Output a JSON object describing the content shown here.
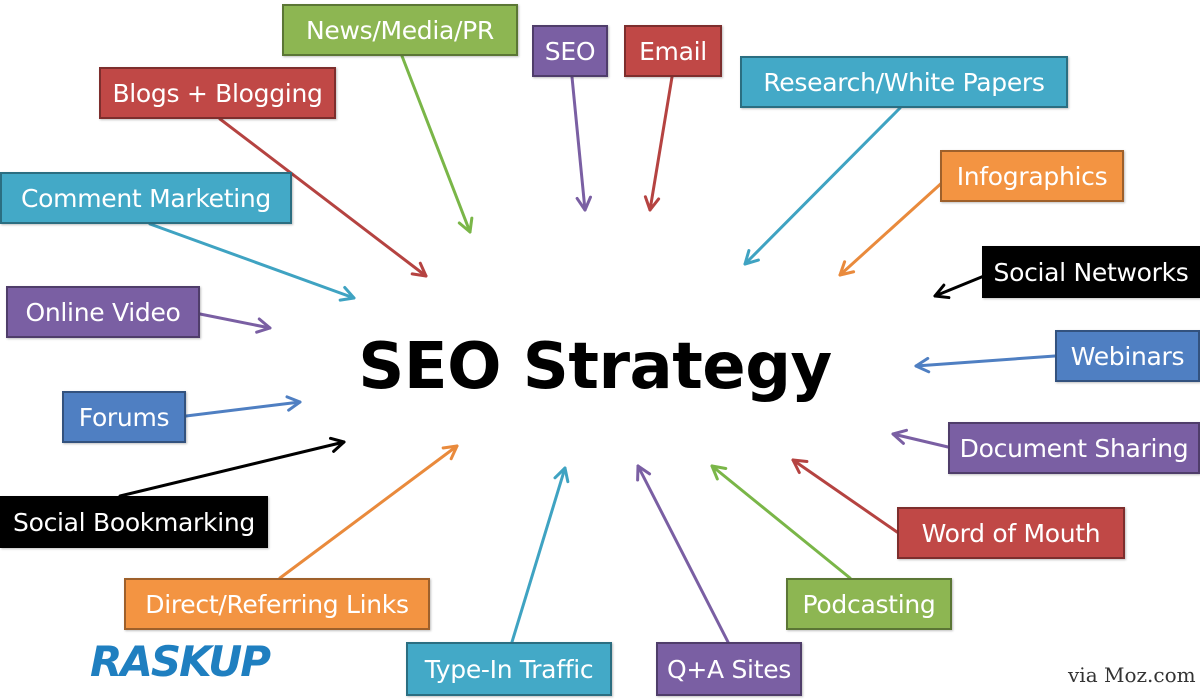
{
  "title": "SEO Strategy",
  "nodes": [
    {
      "key": "news",
      "label": "News/Media/PR",
      "color": "green"
    },
    {
      "key": "seo",
      "label": "SEO",
      "color": "purple"
    },
    {
      "key": "email",
      "label": "Email",
      "color": "red"
    },
    {
      "key": "research",
      "label": "Research/White Papers",
      "color": "teal"
    },
    {
      "key": "blogs",
      "label": "Blogs + Blogging",
      "color": "red"
    },
    {
      "key": "infographics",
      "label": "Infographics",
      "color": "orange"
    },
    {
      "key": "comment",
      "label": "Comment Marketing",
      "color": "teal"
    },
    {
      "key": "social_networks",
      "label": "Social Networks",
      "color": "black"
    },
    {
      "key": "online_video",
      "label": "Online Video",
      "color": "purple"
    },
    {
      "key": "webinars",
      "label": "Webinars",
      "color": "blue"
    },
    {
      "key": "forums",
      "label": "Forums",
      "color": "blue"
    },
    {
      "key": "document_sharing",
      "label": "Document Sharing",
      "color": "purple"
    },
    {
      "key": "social_bookmarking",
      "label": "Social Bookmarking",
      "color": "black"
    },
    {
      "key": "word_of_mouth",
      "label": "Word of Mouth",
      "color": "red"
    },
    {
      "key": "direct_links",
      "label": "Direct/Referring Links",
      "color": "orange"
    },
    {
      "key": "podcasting",
      "label": "Podcasting",
      "color": "green"
    },
    {
      "key": "type_in",
      "label": "Type-In Traffic",
      "color": "teal"
    },
    {
      "key": "qa_sites",
      "label": "Q+A Sites",
      "color": "purple"
    }
  ],
  "colors": {
    "green": "#7ab648",
    "purple": "#7a5fa3",
    "red": "#c04846",
    "teal": "#43a9c7",
    "orange": "#f39442",
    "black": "#000000",
    "blue": "#4f7fc2"
  },
  "logo": "RASKUP",
  "credit": "via Moz.com"
}
